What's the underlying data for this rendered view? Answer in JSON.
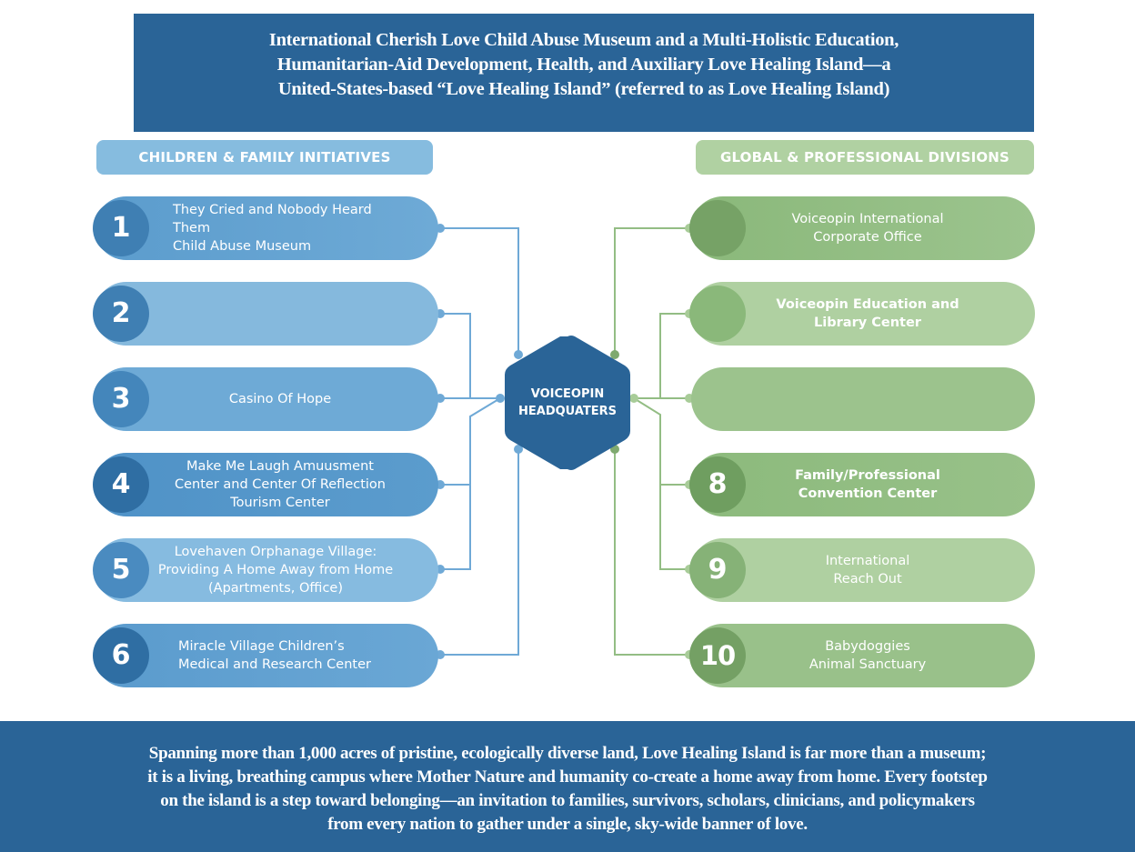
{
  "title": {
    "lines": [
      "International Cherish Love Child Abuse Museum and a Multi-Holistic Education,",
      "Humanitarian-Aid Development, Health, and Auxiliary Love Healing Island—a",
      "United-States-based “Love Healing Island” (referred to as Love Healing Island)"
    ]
  },
  "left_section": {
    "header": "CHILDREN & FAMILY INITIATIVES",
    "items": [
      {
        "number": "1",
        "lines": [
          "They Cried and Nobody Heard Them",
          "Child Abuse Museum"
        ]
      },
      {
        "number": "2",
        "lines": []
      },
      {
        "number": "3",
        "lines": [
          "Casino Of Hope"
        ]
      },
      {
        "number": "4",
        "lines": [
          "Make Me Laugh Amuusment",
          "Center and Center Of Reflection",
          "Tourism Center"
        ]
      },
      {
        "number": "5",
        "lines": [
          "Lovehaven Orphanage Village:",
          "Providing A Home Away from Home",
          "(Apartments, Office)"
        ]
      },
      {
        "number": "6",
        "lines": [
          "Miracle Village Children’s",
          "Medical and Research Center"
        ]
      }
    ]
  },
  "right_section": {
    "header": "GLOBAL & PROFESSIONAL DIVISIONS",
    "items": [
      {
        "number": "",
        "lines": [
          "Voiceopin International",
          "Corporate Office"
        ]
      },
      {
        "number": "",
        "lines": [
          "Voiceopin Education and",
          "Library Center"
        ]
      },
      {
        "number": "",
        "lines": []
      },
      {
        "number": "8",
        "lines": [
          "Family/Professional",
          "Convention Center"
        ]
      },
      {
        "number": "9",
        "lines": [
          "International",
          "Reach Out"
        ]
      },
      {
        "number": "10",
        "lines": [
          "Babydoggies",
          "Animal Sanctuary"
        ]
      }
    ]
  },
  "hub": {
    "lines": [
      "VOICEOPIN",
      "HEADQUATERS"
    ]
  },
  "footer": {
    "lines": [
      "Spanning more than 1,000 acres of pristine, ecologically diverse land, Love Healing Island is far more than a museum;",
      "it is a living, breathing campus where Mother Nature and humanity co-create a home away from home. Every footstep",
      "on the island is a step toward belonging—an invitation to families, survivors, scholars, clinicians, and policymakers",
      "from every nation to gather under a single, sky-wide banner of love."
    ]
  },
  "colors": {
    "banner": "#2a6497",
    "hub": "#2a6497",
    "blue_connector": "#6fa9d6",
    "green_connector": "#93bd84"
  }
}
